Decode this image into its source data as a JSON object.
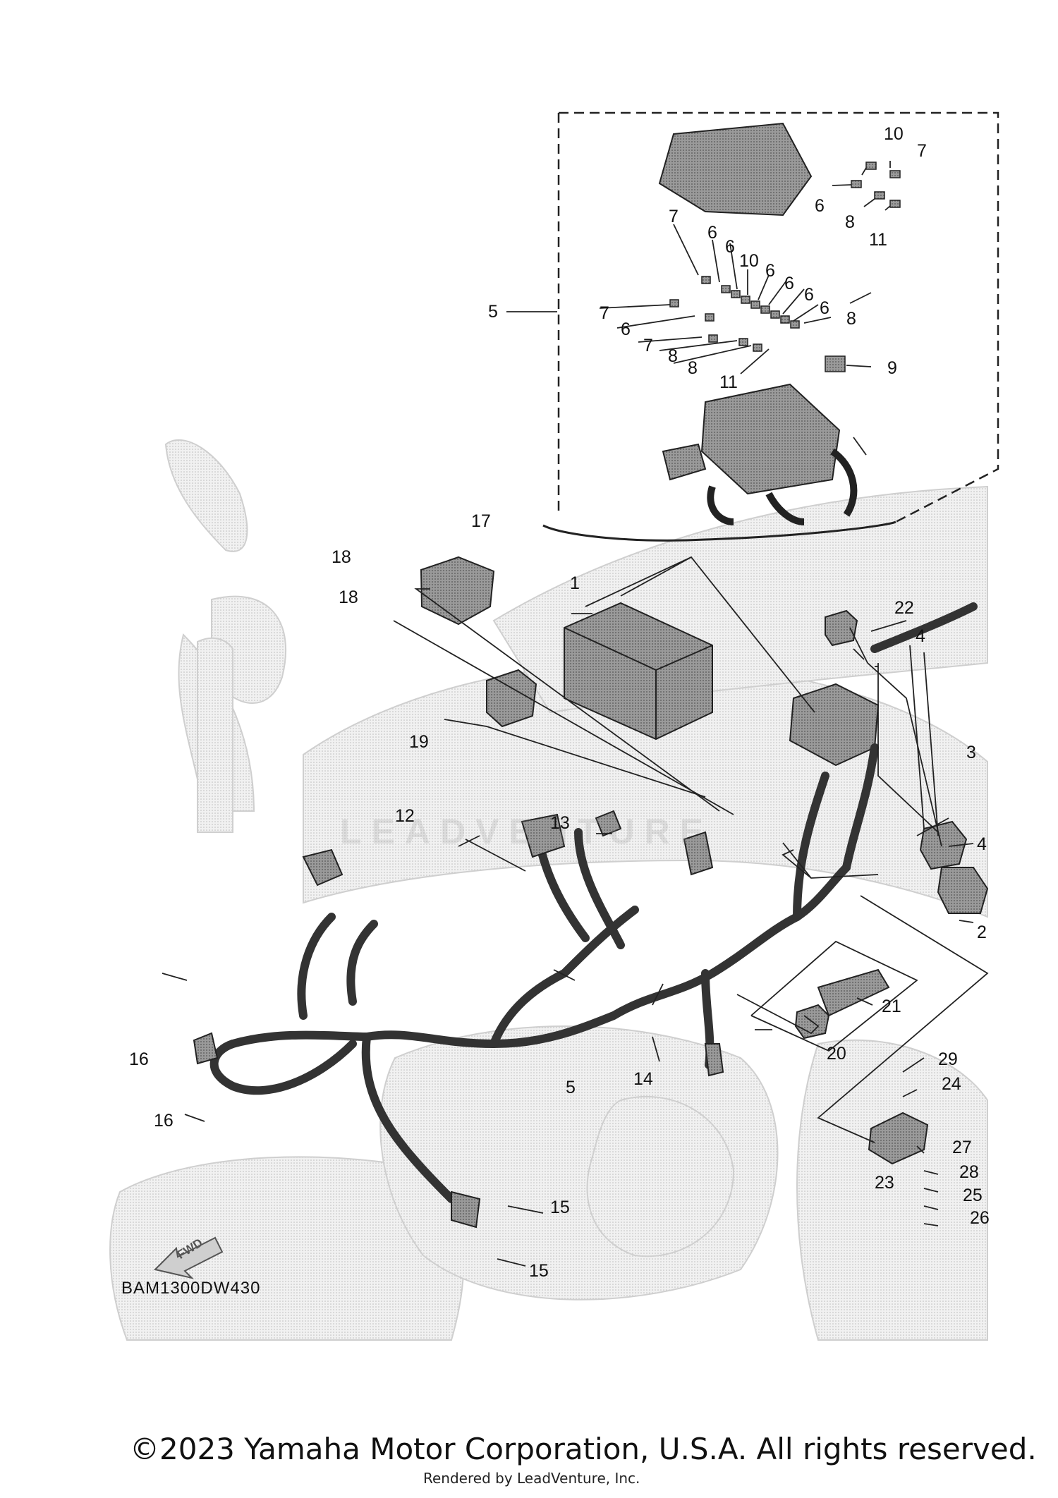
{
  "diagram": {
    "code": "BAM1300DW430",
    "fwd_label": "FWD",
    "watermark": "LEADVENTURE",
    "copyright": "©2023 Yamaha Motor Corporation, U.S.A. All rights reserved.",
    "rendered_by": "Rendered by LeadVenture, Inc."
  },
  "callouts": [
    {
      "label": "10"
    },
    {
      "label": "7"
    },
    {
      "label": "6"
    },
    {
      "label": "8"
    },
    {
      "label": "11"
    },
    {
      "label": "7"
    },
    {
      "label": "6"
    },
    {
      "label": "6"
    },
    {
      "label": "10"
    },
    {
      "label": "6"
    },
    {
      "label": "6"
    },
    {
      "label": "6"
    },
    {
      "label": "6"
    },
    {
      "label": "8"
    },
    {
      "label": "5"
    },
    {
      "label": "7"
    },
    {
      "label": "6"
    },
    {
      "label": "7"
    },
    {
      "label": "8"
    },
    {
      "label": "8"
    },
    {
      "label": "11"
    },
    {
      "label": "9"
    },
    {
      "label": "17"
    },
    {
      "label": "18"
    },
    {
      "label": "18"
    },
    {
      "label": "1"
    },
    {
      "label": "22"
    },
    {
      "label": "4"
    },
    {
      "label": "19"
    },
    {
      "label": "3"
    },
    {
      "label": "12"
    },
    {
      "label": "13"
    },
    {
      "label": "4"
    },
    {
      "label": "2"
    },
    {
      "label": "21"
    },
    {
      "label": "20"
    },
    {
      "label": "16"
    },
    {
      "label": "5"
    },
    {
      "label": "14"
    },
    {
      "label": "29"
    },
    {
      "label": "24"
    },
    {
      "label": "16"
    },
    {
      "label": "27"
    },
    {
      "label": "28"
    },
    {
      "label": "23"
    },
    {
      "label": "25"
    },
    {
      "label": "26"
    },
    {
      "label": "15"
    },
    {
      "label": "15"
    }
  ]
}
